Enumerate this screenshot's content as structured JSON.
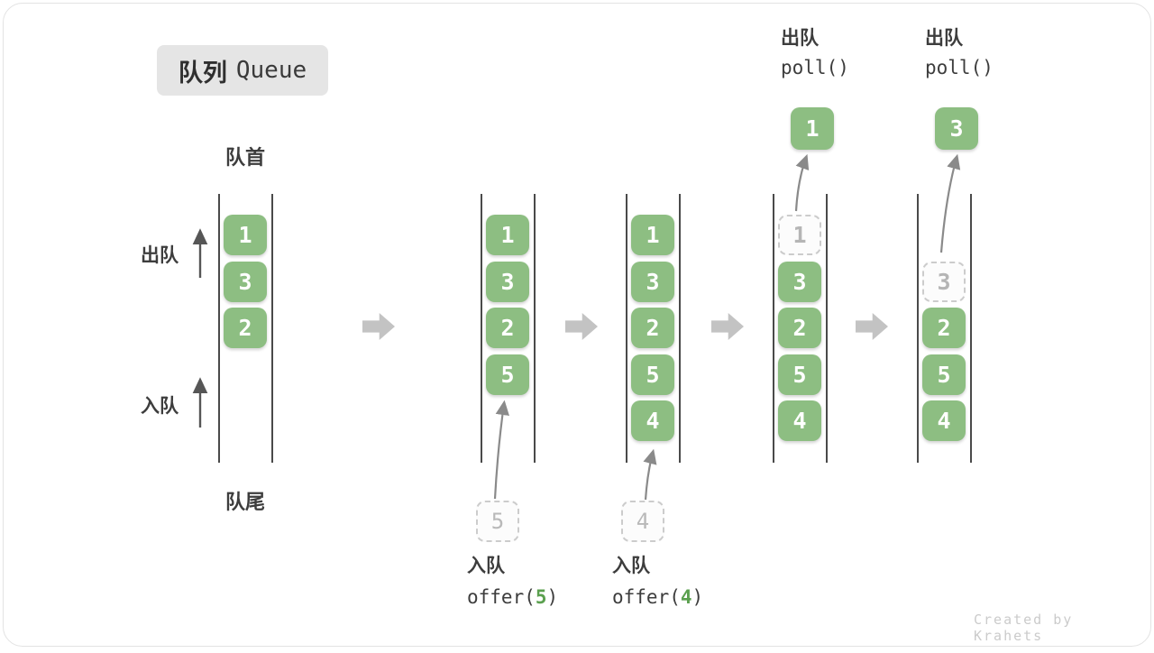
{
  "title": {
    "zh": "队列",
    "en": "Queue"
  },
  "labels": {
    "front": "队首",
    "rear": "队尾",
    "dequeue": "出队",
    "enqueue": "入队"
  },
  "watermark": "Created by Krahets",
  "colors": {
    "box_green": "#8DBE82",
    "emph_green": "#5BA04F",
    "block_arrow_gray": "#C3C3C3",
    "dashed_border": "#CCCCCC",
    "label_text": "#3D3D3D",
    "badge_bg": "#E5E5E5",
    "watermark_gray": "#CBCBCB"
  },
  "icons": {
    "step_arrow": "right-block-arrow",
    "flow_arrow": "up-arrow"
  },
  "states": [
    {
      "id": "initial",
      "cells": [
        {
          "slot": 0,
          "value": "1",
          "style": "filled"
        },
        {
          "slot": 1,
          "value": "3",
          "style": "filled"
        },
        {
          "slot": 2,
          "value": "2",
          "style": "filled"
        }
      ]
    },
    {
      "id": "after-offer-5",
      "cells": [
        {
          "slot": 0,
          "value": "1",
          "style": "filled"
        },
        {
          "slot": 1,
          "value": "3",
          "style": "filled"
        },
        {
          "slot": 2,
          "value": "2",
          "style": "filled"
        },
        {
          "slot": 3,
          "value": "5",
          "style": "filled"
        }
      ],
      "pending": {
        "value": "5"
      },
      "caption": {
        "op": "入队",
        "code_prefix": "offer(",
        "code_emph": "5",
        "code_suffix": ")"
      }
    },
    {
      "id": "after-offer-4",
      "cells": [
        {
          "slot": 0,
          "value": "1",
          "style": "filled"
        },
        {
          "slot": 1,
          "value": "3",
          "style": "filled"
        },
        {
          "slot": 2,
          "value": "2",
          "style": "filled"
        },
        {
          "slot": 3,
          "value": "5",
          "style": "filled"
        },
        {
          "slot": 4,
          "value": "4",
          "style": "filled"
        }
      ],
      "pending": {
        "value": "4"
      },
      "caption": {
        "op": "入队",
        "code_prefix": "offer(",
        "code_emph": "4",
        "code_suffix": ")"
      }
    },
    {
      "id": "after-poll-1",
      "cells": [
        {
          "slot": 0,
          "value": "1",
          "style": "dashed"
        },
        {
          "slot": 1,
          "value": "3",
          "style": "filled"
        },
        {
          "slot": 2,
          "value": "2",
          "style": "filled"
        },
        {
          "slot": 3,
          "value": "5",
          "style": "filled"
        },
        {
          "slot": 4,
          "value": "4",
          "style": "filled"
        }
      ],
      "popped": {
        "value": "1"
      },
      "header": {
        "op": "出队",
        "code": "poll()"
      }
    },
    {
      "id": "after-poll-3",
      "cells": [
        {
          "slot": 1,
          "value": "3",
          "style": "dashed"
        },
        {
          "slot": 2,
          "value": "2",
          "style": "filled"
        },
        {
          "slot": 3,
          "value": "5",
          "style": "filled"
        },
        {
          "slot": 4,
          "value": "4",
          "style": "filled"
        }
      ],
      "popped": {
        "value": "3"
      },
      "header": {
        "op": "出队",
        "code": "poll()"
      }
    }
  ]
}
